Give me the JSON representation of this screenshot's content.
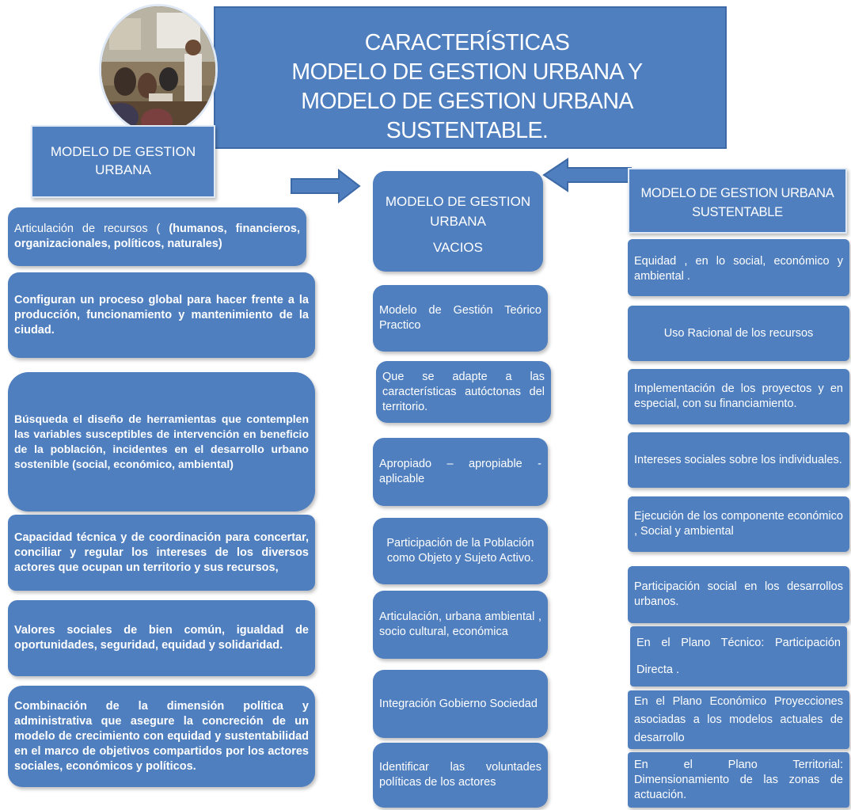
{
  "title": {
    "line1": "CARACTERÍSTICAS",
    "line2": "MODELO DE GESTION URBANA Y",
    "line3": "MODELO DE GESTION URBANA SUSTENTABLE."
  },
  "left_column": {
    "header": {
      "line1": "MODELO DE GESTION",
      "line2": "URBANA"
    },
    "items": [
      {
        "plain": "Articulación de recursos  ( ",
        "bold": "(humanos, financieros, organizacionales, políticos, naturales)"
      },
      {
        "bold": "Configuran un proceso global para hacer frente a la producción, funcionamiento y mantenimiento de la ciudad."
      },
      {
        "bold": "Búsqueda el diseño de herramientas que contemplen las variables susceptibles de intervención en beneficio de la población, incidentes en el desarrollo urbano sostenible (social, económico, ambiental)"
      },
      {
        "bold": "Capacidad técnica y de coordinación  para concertar, conciliar y regular los intereses de los diversos actores que ocupan un territorio  y sus recursos,"
      },
      {
        "bold": "Valores sociales de bien común, igualdad de oportunidades, seguridad, equidad y solidaridad."
      },
      {
        "bold": "Combinación de la dimensión política y administrativa que asegure la concreción de un modelo de crecimiento con equidad y sustentabilidad en el marco de objetivos compartidos por los actores sociales, económicos y políticos."
      }
    ]
  },
  "center_column": {
    "header": {
      "line1": "MODELO DE GESTION",
      "line2": "URBANA",
      "line3": "VACIOS"
    },
    "items": [
      "Modelo  de Gestión Teórico Practico",
      "Que se adapte a las características autóctonas del territorio.",
      "Apropiado – apropiable  - aplicable",
      "Participación de la Población como Objeto y Sujeto Activo.",
      "Articulación, urbana ambiental , socio cultural, económica",
      "Integración Gobierno Sociedad",
      "Identificar las voluntades políticas de los actores"
    ]
  },
  "right_column": {
    "header": {
      "line1": "MODELO DE GESTION URBANA",
      "line2": "SUSTENTABLE"
    },
    "items": [
      "Equidad , en lo social, económico  y ambiental .",
      "Uso Racional de los recursos",
      "Implementación de los proyectos y en especial, con su financiamiento.",
      "Intereses sociales sobre los individuales.",
      "Ejecución de los componente económico , Social y ambiental",
      "Participación  social en los desarrollos urbanos.",
      "En el Plano Técnico: Participación Directa .",
      "En el Plano Económico Proyecciones asociadas a los modelos actuales de desarrollo",
      "En el Plano Territorial: Dimensionamiento de las zonas de actuación."
    ]
  },
  "colors": {
    "box_fill": "#4f7fbf",
    "box_border": "#dfe9f6",
    "text": "#ffffff",
    "background": "#ffffff"
  }
}
